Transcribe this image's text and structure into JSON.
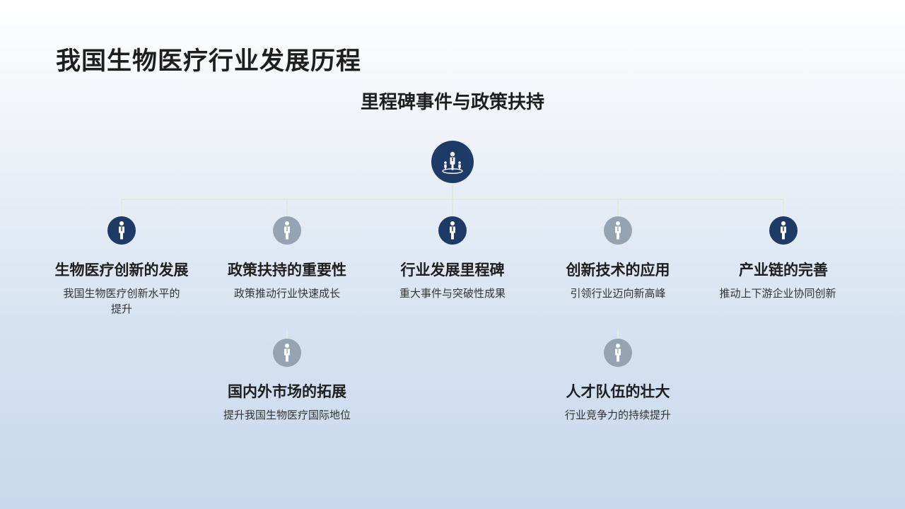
{
  "header": {
    "title": "我国生物医疗行业发展历程",
    "subtitle": "里程碑事件与政策扶持"
  },
  "colors": {
    "node_dark": "#1e3a66",
    "node_light": "#96a3b3",
    "connector": "#e3e8df"
  },
  "root": {
    "icon": "people-leader-icon"
  },
  "nodes": [
    {
      "title": "生物医疗创新的发展",
      "desc": "我国生物医疗创新水平的提升",
      "icon": "person-icon",
      "tone": "dark"
    },
    {
      "title": "政策扶持的重要性",
      "desc": "政策推动行业快速成长",
      "icon": "person-icon",
      "tone": "light"
    },
    {
      "title": "行业发展里程碑",
      "desc": "重大事件与突破性成果",
      "icon": "person-icon",
      "tone": "dark"
    },
    {
      "title": "创新技术的应用",
      "desc": "引领行业迈向新高峰",
      "icon": "person-icon",
      "tone": "light"
    },
    {
      "title": "产业链的完善",
      "desc": "推动上下游企业协同创新",
      "icon": "person-icon",
      "tone": "dark"
    }
  ],
  "subnodes": [
    {
      "title": "国内外市场的拓展",
      "desc": "提升我国生物医疗国际地位",
      "icon": "person-icon",
      "tone": "light"
    },
    {
      "title": "人才队伍的壮大",
      "desc": "行业竞争力的持续提升",
      "icon": "person-icon",
      "tone": "light"
    }
  ]
}
